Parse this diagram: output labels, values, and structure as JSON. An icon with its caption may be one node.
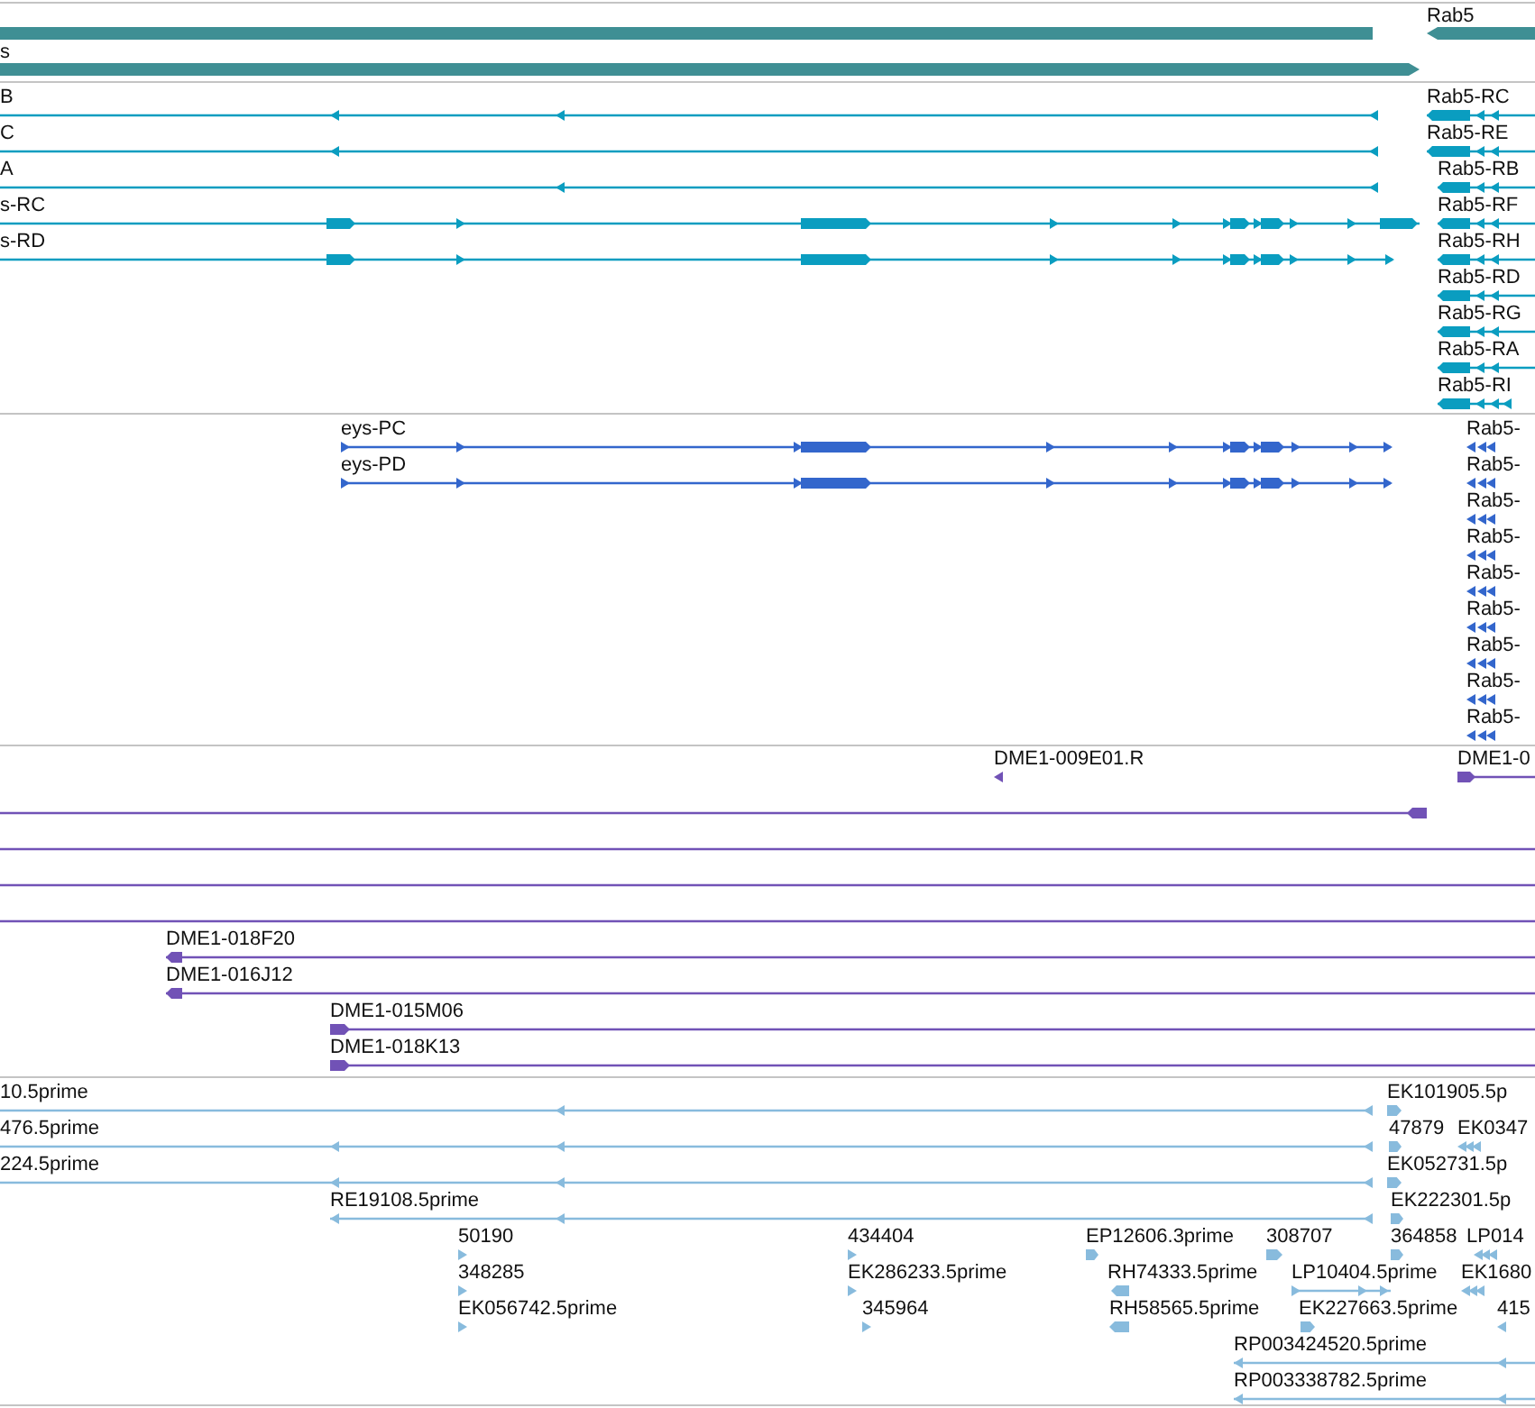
{
  "diagram": {
    "nodes": [
      {
        "text": [],
        "shape": "bar"
      },
      {
        "text": [
          "Rab5"
        ]
      },
      {
        "text": [
          "s"
        ]
      },
      {
        "text": [
          "B"
        ]
      },
      {
        "text": [
          "Rab5-RC"
        ]
      },
      {
        "text": [
          "C"
        ]
      },
      {
        "text": [
          "Rab5-RE"
        ]
      },
      {
        "text": [
          "A"
        ]
      },
      {
        "text": [
          "Rab5-RB"
        ]
      },
      {
        "text": [
          "s-RC"
        ]
      },
      {
        "text": [
          "Rab5-RF"
        ]
      },
      {
        "text": [
          "s-RD"
        ]
      },
      {
        "text": [
          "Rab5-RH"
        ]
      },
      {
        "text": [
          "Rab5-RD"
        ]
      },
      {
        "text": [
          "Rab5-RG"
        ]
      },
      {
        "text": [
          "Rab5-RA"
        ]
      },
      {
        "text": [
          "Rab5-RI"
        ]
      },
      {
        "text": [
          "eys-PC"
        ]
      },
      {
        "text": [
          "Rab5-"
        ]
      },
      {
        "text": [
          "eys-PD"
        ]
      },
      {
        "text": [
          "Rab5-"
        ]
      },
      {
        "text": [
          "Rab5-"
        ]
      },
      {
        "text": [
          "Rab5-"
        ]
      },
      {
        "text": [
          "Rab5-"
        ]
      },
      {
        "text": [
          "Rab5-"
        ]
      },
      {
        "text": [
          "Rab5-"
        ]
      },
      {
        "text": [
          "Rab5-"
        ]
      },
      {
        "text": [
          "Rab5-"
        ]
      },
      {
        "text": [
          "DME1-009E01.R"
        ]
      },
      {
        "text": [
          "DME1-0"
        ]
      },
      {
        "text": [],
        "shape": "bar"
      },
      {
        "text": [],
        "shape": "bar"
      },
      {
        "text": [],
        "shape": "bar"
      },
      {
        "text": [],
        "shape": "bar"
      },
      {
        "text": [
          "DME1-018F20"
        ]
      },
      {
        "text": [
          "DME1-016J12"
        ]
      },
      {
        "text": [
          "DME1-015M06"
        ]
      },
      {
        "text": [
          "DME1-018K13"
        ]
      },
      {
        "text": [
          "10.5prime"
        ]
      },
      {
        "text": [
          "EK101905.5p"
        ]
      },
      {
        "text": [
          "476.5prime"
        ]
      },
      {
        "text": [
          "47879"
        ]
      },
      {
        "text": [
          "EK0347"
        ]
      },
      {
        "text": [
          "224.5prime"
        ]
      },
      {
        "text": [
          "EK052731.5p"
        ]
      },
      {
        "text": [
          "RE19108.5prime"
        ]
      },
      {
        "text": [
          "EK222301.5p"
        ]
      },
      {
        "text": [
          "50190"
        ]
      },
      {
        "text": [
          "434404"
        ]
      },
      {
        "text": [
          "EP12606.3prime"
        ]
      },
      {
        "text": [
          "308707"
        ]
      },
      {
        "text": [
          "364858"
        ]
      },
      {
        "text": [
          "LP014"
        ]
      },
      {
        "text": [
          "348285"
        ]
      },
      {
        "text": [
          "EK286233.5prime"
        ]
      },
      {
        "text": [
          "RH74333.5prime"
        ]
      },
      {
        "text": [
          "LP10404.5prime"
        ]
      },
      {
        "text": [
          "EK1680"
        ]
      },
      {
        "text": [
          "EK056742.5prime"
        ]
      },
      {
        "text": [
          "345964"
        ]
      },
      {
        "text": [
          "RH58565.5prime"
        ]
      },
      {
        "text": [
          "EK227663.5prime"
        ]
      },
      {
        "text": [
          "415"
        ]
      },
      {
        "text": [
          "RP003424520.5prime"
        ]
      },
      {
        "text": [
          "RP003338782.5prime"
        ]
      }
    ]
  }
}
